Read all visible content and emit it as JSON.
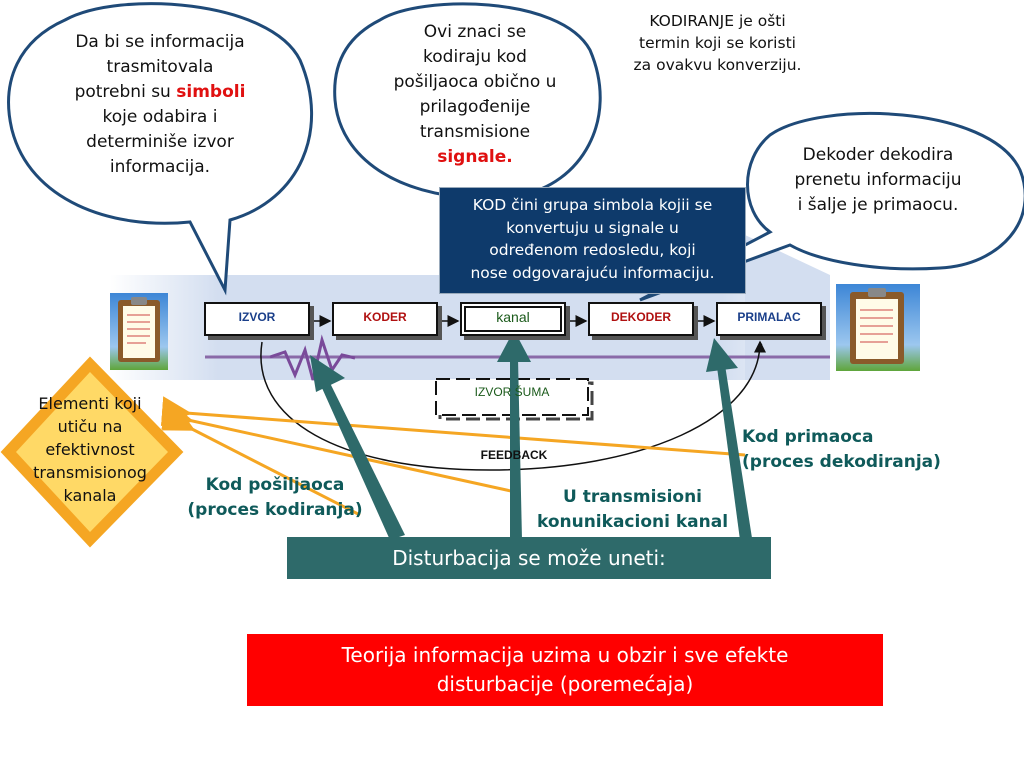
{
  "bubbles": {
    "left": {
      "line1": "Da bi se informacija",
      "line2": "trasmitovala",
      "line3_prefix": "potrebni su ",
      "line3_highlight": "simboli",
      "line4": "koje odabira i",
      "line5": "determiniše izvor",
      "line6": "informacija."
    },
    "middle": {
      "line1": "Ovi znaci se",
      "line2": "kodiraju kod",
      "line3": "pošiljaoca obično u",
      "line4": "prilagođenije",
      "line5": "transmisione",
      "line6_highlight": "signale",
      "line6_suffix": "."
    },
    "right": {
      "line1": "Dekoder dekodira",
      "line2": "prenetu informaciju",
      "line3": "i šalje je primaocu."
    }
  },
  "note_top": {
    "line1": "KODIRANJE je ošti",
    "line2": "termin koji se koristi",
    "line3": "za ovakvu konverziju."
  },
  "kod_box": {
    "line1": "KOD čini grupa simbola kojii se",
    "line2": "konvertuju u signale u",
    "line3": "određenom redosledu, koji",
    "line4": "nose odgovarajuću informaciju."
  },
  "blocks": {
    "izvor": "IZVOR",
    "koder": "KODER",
    "kanal": "kanal",
    "dekoder": "DEKODER",
    "primalac": "PRIMALAC",
    "izvor_suma": "IZVOR ŠUMA",
    "feedback": "FEEDBACK"
  },
  "diamond": {
    "line1": "Elementi koji",
    "line2": "utiču na",
    "line3": "efektivnost",
    "line4": "transmisionog",
    "line5": "kanala"
  },
  "captions": {
    "sender_line1": "Kod pošiljaoca",
    "sender_line2": "(proces kodiranja)",
    "channel_line1": "U transmisioni",
    "channel_line2": "konunikacioni kanal",
    "receiver_line1": "Kod primaoca",
    "receiver_line2": "(proces dekodiranja)"
  },
  "disturbance_box": "Disturbacija se može uneti:",
  "theory_box": {
    "line1": "Teorija informacija uzima u obzir i sve efekte",
    "line2": "disturbacije (poremećaja)"
  },
  "colors": {
    "bubble_border": "#1f4a78",
    "kod_box_bg": "#0e3a6b",
    "teal": "#2e6a6a",
    "orange": "#f5a623",
    "red": "#ff0000",
    "koder_text": "#b01010",
    "izvor_text": "#1a3f8a"
  }
}
